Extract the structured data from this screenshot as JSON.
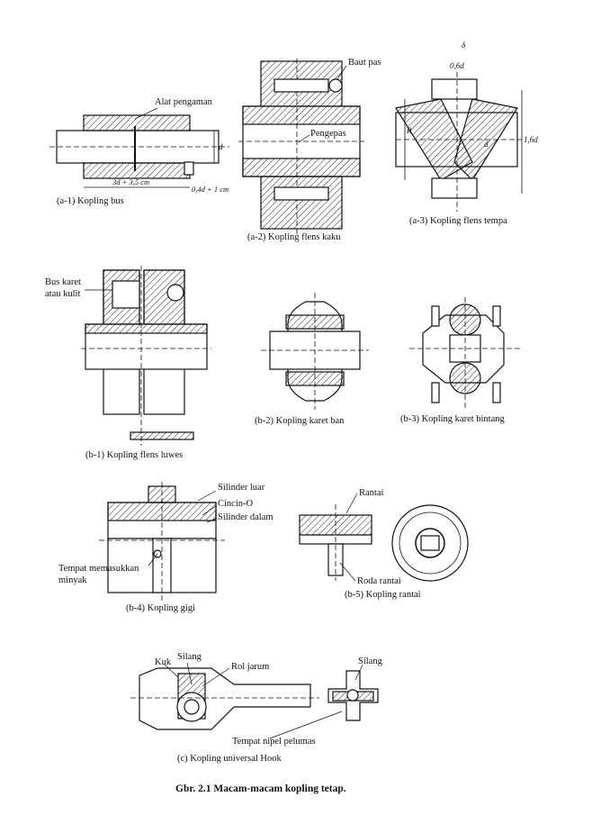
{
  "figures": {
    "a1": {
      "caption": "(a-1)  Kopling bus",
      "labels": {
        "guard": "Alat pengaman",
        "dim_len": "3d + 3,5 cm",
        "dim_gap": "0,4d + 1 cm",
        "d": "d"
      }
    },
    "a2": {
      "caption": "(a-2)  Kopling flens kaku",
      "labels": {
        "bolt": "Baut pas",
        "pin": "Pengepas"
      }
    },
    "a3": {
      "caption": "(a-3)  Kopling flens tempa",
      "labels": {
        "dim_top": "0,6d",
        "delta": "δ",
        "r": "R",
        "d": "d",
        "d16": "1,6d"
      }
    },
    "b1": {
      "caption": "(b-1)  Kopling flens luwes",
      "labels": {
        "bush_line1": "Bus karet",
        "bush_line2": "atau kulit"
      }
    },
    "b2": {
      "caption": "(b-2)  Kopling karet ban"
    },
    "b3": {
      "caption": "(b-3)  Kopling karet bintang"
    },
    "b4": {
      "caption": "(b-4)  Kopling gigi",
      "labels": {
        "outer": "Silinder luar",
        "oring": "Cincin-O",
        "inner": "Silinder dalam",
        "oil_line1": "Tempat memasukkan",
        "oil_line2": "minyak"
      }
    },
    "b5": {
      "caption": "(b-5)  Kopling rantai",
      "labels": {
        "chain": "Rantai",
        "sprocket": "Roda rantai"
      }
    },
    "c": {
      "caption": "(c)  Kopling universal Hook",
      "labels": {
        "yoke": "Kuk",
        "cross": "Silang",
        "needle": "Rol jarum",
        "cross2": "Silang",
        "nipple": "Tempat nipel pelumas"
      }
    }
  },
  "figure_title": "Gbr. 2.1    Macam-macam kopling tetap."
}
